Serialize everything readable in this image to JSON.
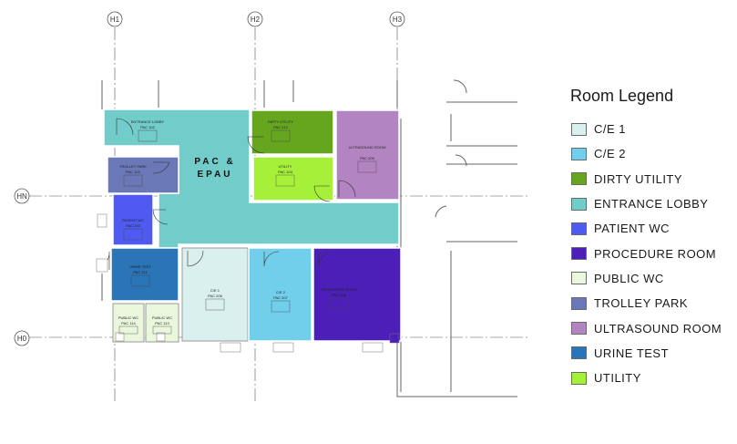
{
  "grid": {
    "h1": "H1",
    "h2": "H2",
    "h3": "H3",
    "hn": "HN",
    "h0": "H0"
  },
  "plan": {
    "main_label_line1": "PAC &",
    "main_label_line2": "EPAU",
    "rooms": {
      "entrance_lobby": "ENTRANCE LOBBY",
      "entrance_lobby_no": "PAC 102",
      "trolley_park": "TROLLEY PARK",
      "trolley_park_no": "PAC 103",
      "patient_wc": "PATIENT WC",
      "patient_wc_no": "PAC 210",
      "urine_test": "URINE TEST",
      "urine_test_no": "PAC 211",
      "public_wc_1": "PUBLIC WC",
      "public_wc_1_no": "PAC 114",
      "public_wc_2": "PUBLIC WC",
      "public_wc_2_no": "PAC 113",
      "ce1": "C/E 1",
      "ce1_no": "PAC 206",
      "ce2": "C/E 2",
      "ce2_no": "PAC 207",
      "procedure": "PROCEDURE ROOM",
      "procedure_no": "PAC 208",
      "dirty_utility": "DIRTY UTILITY",
      "dirty_utility_no": "PAC 212",
      "utility": "UTILITY",
      "utility_no": "PAC 104",
      "ultrasound": "ULTRASOUND ROOM",
      "ultrasound_no": "PAC 209"
    }
  },
  "legend": {
    "title": "Room Legend",
    "items": [
      {
        "label": "C/E 1",
        "color": "#d9f0ef"
      },
      {
        "label": "C/E 2",
        "color": "#72cfeb"
      },
      {
        "label": "DIRTY UTILITY",
        "color": "#66a61e"
      },
      {
        "label": "ENTRANCE LOBBY",
        "color": "#72ccca"
      },
      {
        "label": "PATIENT WC",
        "color": "#4f5af0"
      },
      {
        "label": "PROCEDURE ROOM",
        "color": "#4b1fb8"
      },
      {
        "label": "PUBLIC WC",
        "color": "#eaf7dc"
      },
      {
        "label": "TROLLEY PARK",
        "color": "#6a78b8"
      },
      {
        "label": "ULTRASOUND ROOM",
        "color": "#b384c2"
      },
      {
        "label": "URINE TEST",
        "color": "#2a74b8"
      },
      {
        "label": "UTILITY",
        "color": "#a7f03a"
      }
    ]
  }
}
